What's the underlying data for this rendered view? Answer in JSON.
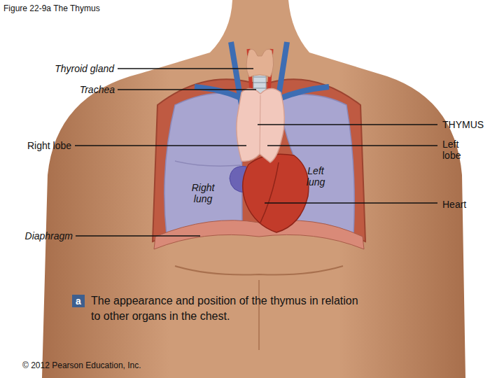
{
  "diagram": {
    "title": "Figure 22-9a The Thymus",
    "caption": "The appearance and position of the thymus in relation to other organs in the chest.",
    "nodes": [
      {
        "text": [
          "a"
        ]
      }
    ],
    "labels": [
      "Thyroid gland",
      "Trachea",
      "THYMUS",
      "Right lobe",
      "Left lobe",
      "Right lung",
      "Left lung",
      "Heart",
      "Diaphragm",
      "© 2012 Pearson Education, Inc."
    ]
  }
}
